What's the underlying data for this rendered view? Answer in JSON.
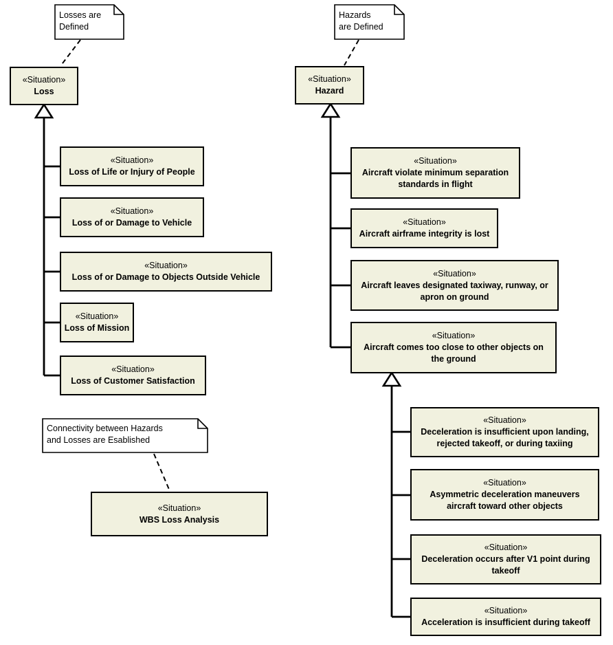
{
  "stereotype_label": "«Situation»",
  "colors": {
    "background": "#FFFFFF",
    "box_fill": "#F1F1DF",
    "box_border": "#000000",
    "note_fill": "#FFFFFF",
    "line_color": "#000000"
  },
  "left": {
    "note_top": "Losses are\nDefined",
    "parent": {
      "name": "Loss"
    },
    "children": [
      {
        "name": "Loss of Life or Injury of People"
      },
      {
        "name": "Loss of or Damage to Vehicle"
      },
      {
        "name": "Loss of or Damage to Objects Outside Vehicle"
      },
      {
        "name": "Loss of Mission"
      },
      {
        "name": "Loss of Customer Satisfaction"
      }
    ],
    "note_connectivity": "Connectivity between Hazards\nand Losses are Esablished",
    "analysis": {
      "name": "WBS Loss Analysis"
    }
  },
  "right": {
    "note_top": "Hazards\nare Defined",
    "parent": {
      "name": "Hazard"
    },
    "children": [
      {
        "name": "Aircraft violate minimum separation\nstandards in flight"
      },
      {
        "name": "Aircraft airframe integrity is lost"
      },
      {
        "name": "Aircraft leaves designated taxiway, runway, or\napron on ground"
      },
      {
        "name": "Aircraft comes too close to other objects on\nthe ground"
      }
    ],
    "subchildren": [
      {
        "name": "Deceleration is insufficient upon landing,\nrejected takeoff, or during taxiing"
      },
      {
        "name": "Asymmetric deceleration maneuvers\naircraft toward other objects"
      },
      {
        "name": "Deceleration occurs after V1 point during\ntakeoff"
      },
      {
        "name": "Acceleration is insufficient during takeoff"
      }
    ]
  }
}
